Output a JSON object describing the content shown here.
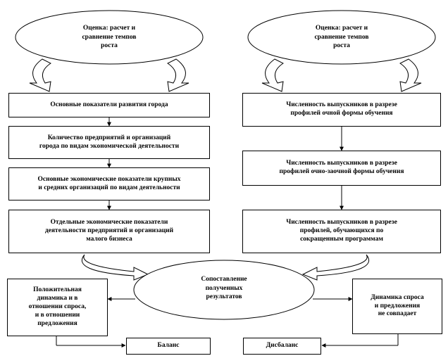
{
  "left_column": {
    "ellipse_lines": [
      "Оценка: расчет и",
      "сравнение темпов",
      "роста"
    ],
    "box1_lines": [
      "Основные показатели развития города"
    ],
    "box2_lines": [
      "Количество предприятий и организаций",
      "города по видам экономической деятельности"
    ],
    "box3_lines": [
      "Основные экономические показатели крупных",
      "и средних  организаций по видам деятельности"
    ],
    "box4_lines": [
      "Отдельные  экономические показатели",
      "деятельности  предприятий и организаций",
      "малого бизнеса"
    ]
  },
  "right_column": {
    "ellipse_lines": [
      "Оценка: расчет и",
      "сравнение темпов",
      "роста"
    ],
    "box1_lines": [
      "Численность выпускников в разрезе",
      "профилей очной формы обучения"
    ],
    "box2_lines": [
      "Численность выпускников в разрезе",
      "профилей очно-заочной формы обучения"
    ],
    "box3_lines": [
      "Численность выпускников в разрезе",
      "профилей, обучающихся по",
      "сокращенным программам"
    ]
  },
  "center_ellipse_lines": [
    "Сопоставление",
    "полученных",
    "результатов"
  ],
  "left_result_lines": [
    "Положительная",
    "динамика и в",
    "отношении спроса,",
    "и в отношении",
    "предложения"
  ],
  "right_result_lines": [
    "Динамика спроса",
    "и предложения",
    "не совпадает"
  ],
  "balance_label": "Баланс",
  "imbalance_label": "Дисбаланс"
}
